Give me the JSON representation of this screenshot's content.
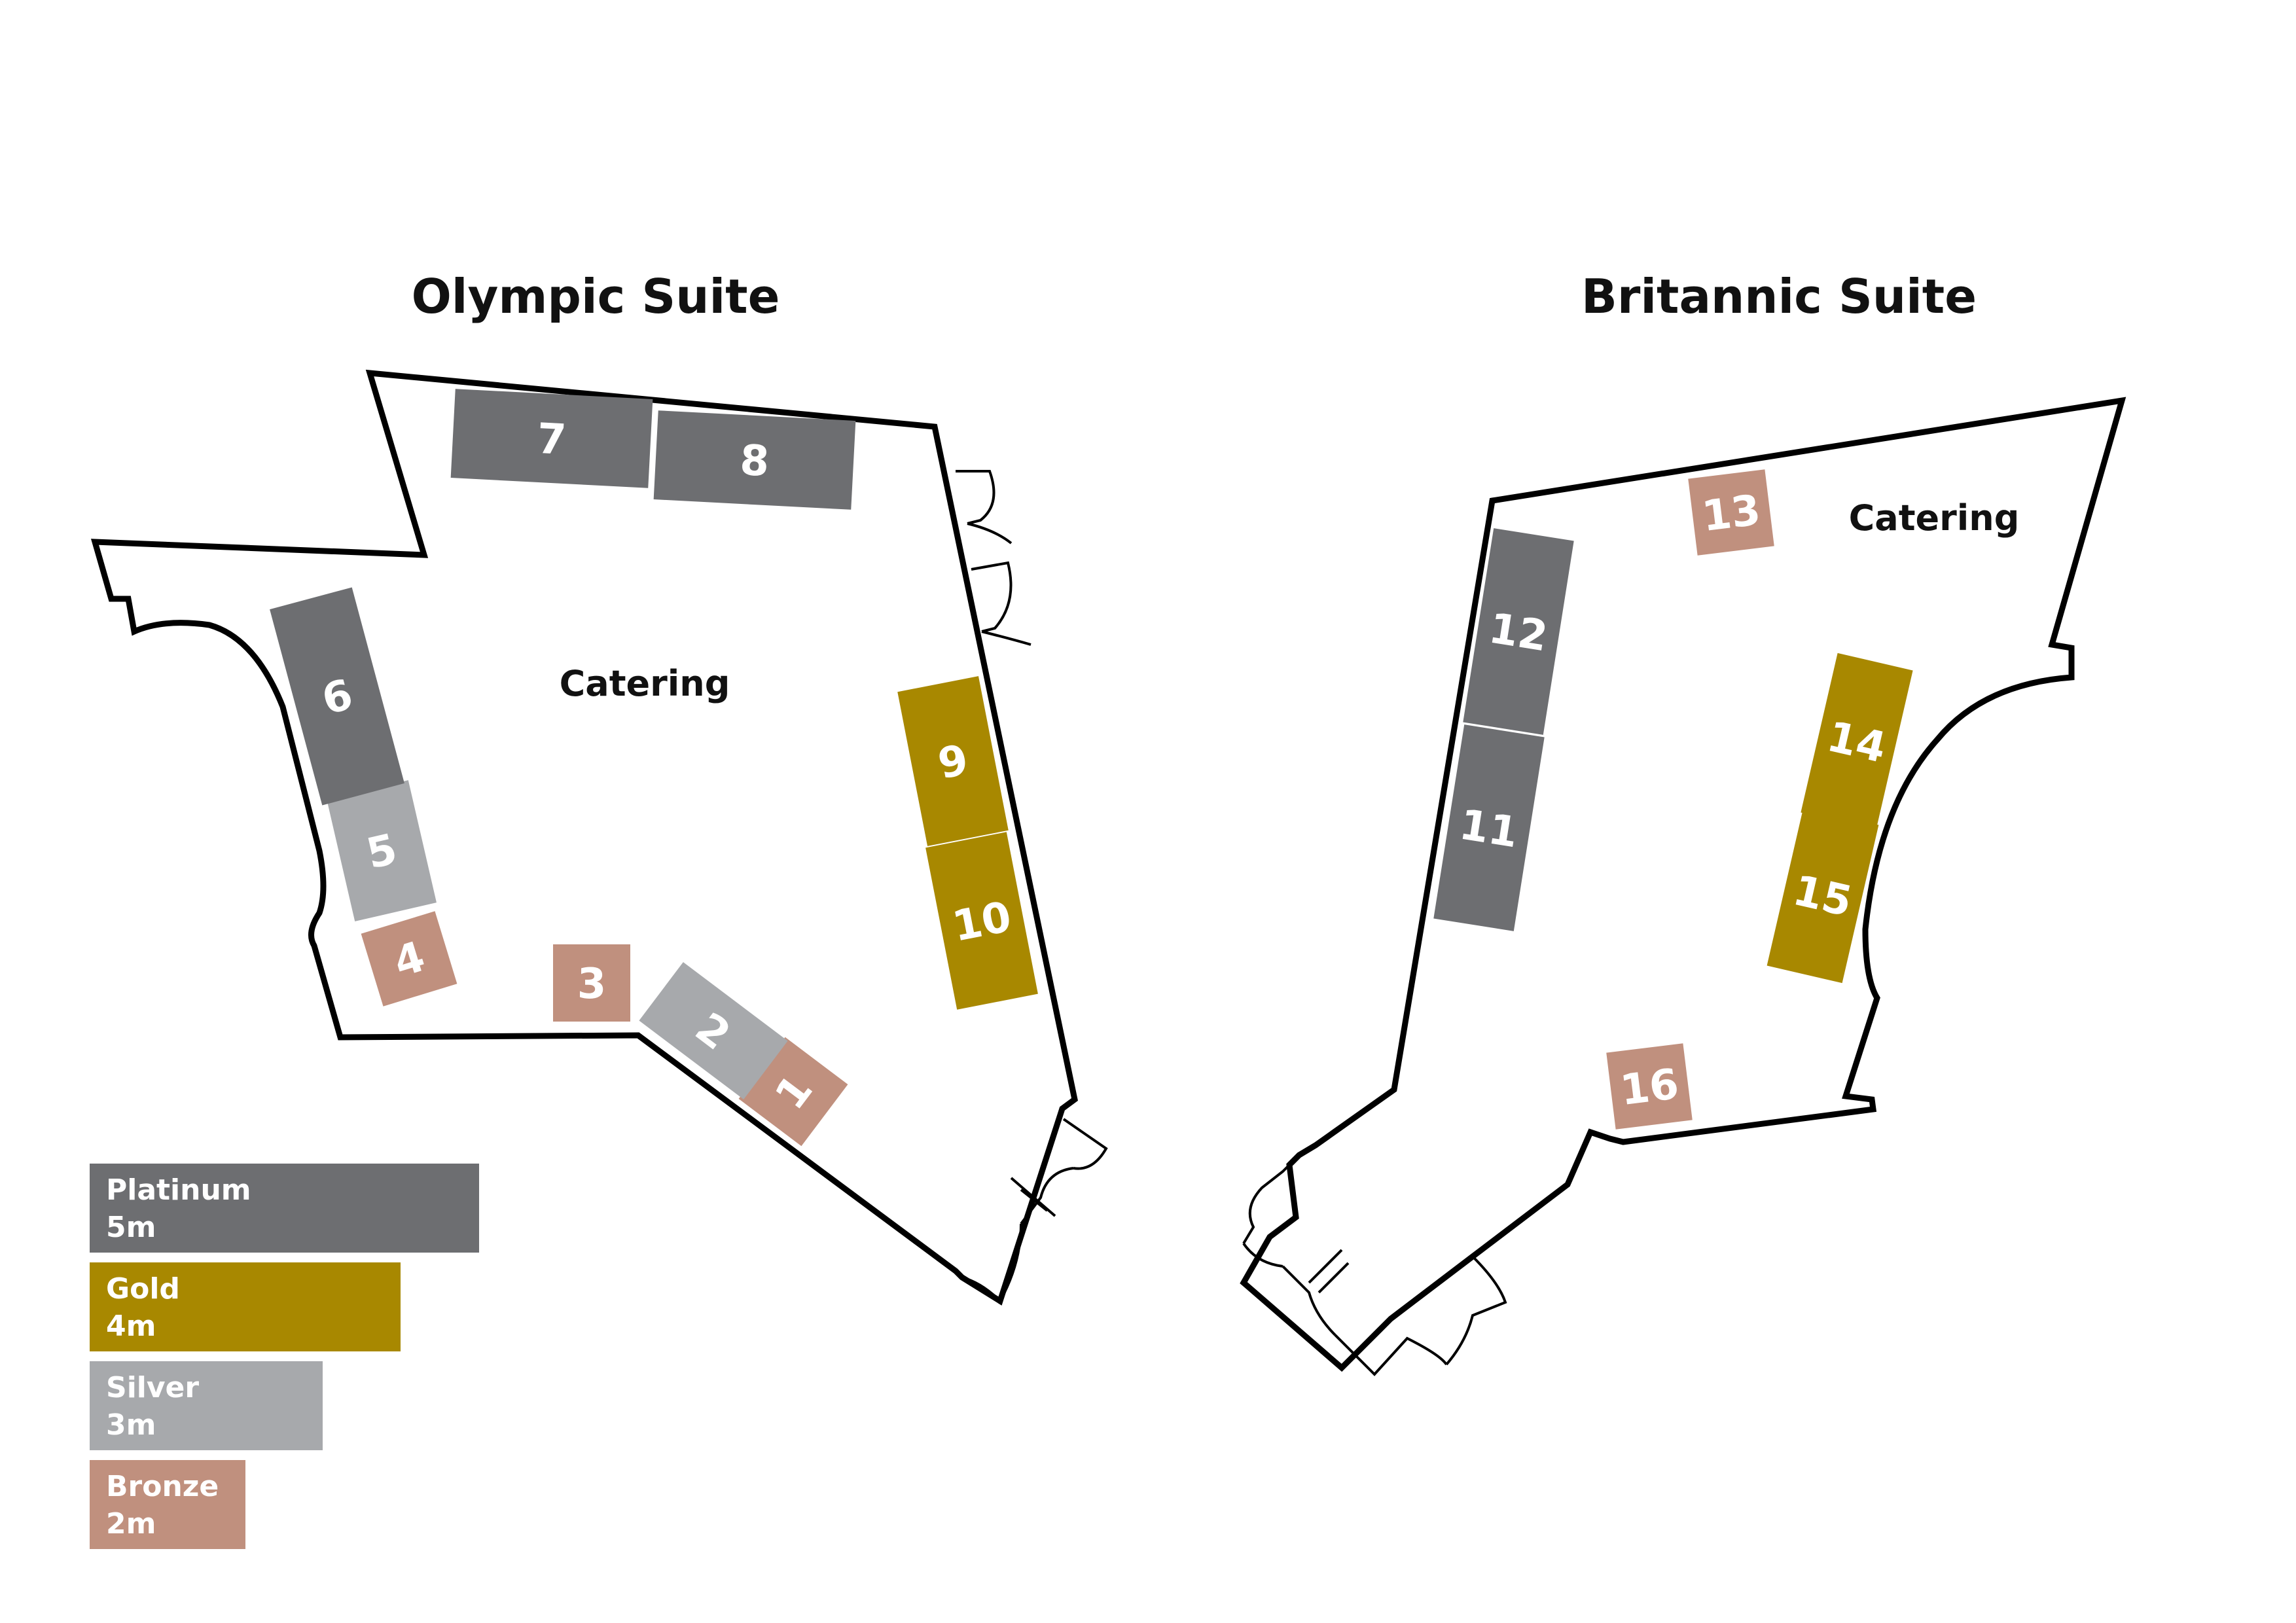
{
  "colors": {
    "platinum": "#6d6e71",
    "gold": "#a88800",
    "silver": "#a7a9ac",
    "bronze": "#c0907e"
  },
  "suites": [
    {
      "name": "Olympic Suite",
      "catering": "Catering"
    },
    {
      "name": "Britannic Suite",
      "catering": "Catering"
    }
  ],
  "stands": [
    {
      "number": "1",
      "tier": "bronze",
      "suite": "Olympic Suite"
    },
    {
      "number": "2",
      "tier": "silver",
      "suite": "Olympic Suite"
    },
    {
      "number": "3",
      "tier": "bronze",
      "suite": "Olympic Suite"
    },
    {
      "number": "4",
      "tier": "bronze",
      "suite": "Olympic Suite"
    },
    {
      "number": "5",
      "tier": "silver",
      "suite": "Olympic Suite"
    },
    {
      "number": "6",
      "tier": "platinum",
      "suite": "Olympic Suite"
    },
    {
      "number": "7",
      "tier": "platinum",
      "suite": "Olympic Suite"
    },
    {
      "number": "8",
      "tier": "platinum",
      "suite": "Olympic Suite"
    },
    {
      "number": "9",
      "tier": "gold",
      "suite": "Olympic Suite"
    },
    {
      "number": "10",
      "tier": "gold",
      "suite": "Olympic Suite"
    },
    {
      "number": "11",
      "tier": "platinum",
      "suite": "Britannic Suite"
    },
    {
      "number": "12",
      "tier": "platinum",
      "suite": "Britannic Suite"
    },
    {
      "number": "13",
      "tier": "bronze",
      "suite": "Britannic Suite"
    },
    {
      "number": "14",
      "tier": "gold",
      "suite": "Britannic Suite"
    },
    {
      "number": "15",
      "tier": "gold",
      "suite": "Britannic Suite"
    },
    {
      "number": "16",
      "tier": "bronze",
      "suite": "Britannic Suite"
    }
  ],
  "legend": [
    {
      "tier": "platinum",
      "name": "Platinum",
      "size": "5m"
    },
    {
      "tier": "gold",
      "name": "Gold",
      "size": "4m"
    },
    {
      "tier": "silver",
      "name": "Silver",
      "size": "3m"
    },
    {
      "tier": "bronze",
      "name": "Bronze",
      "size": "2m"
    }
  ]
}
